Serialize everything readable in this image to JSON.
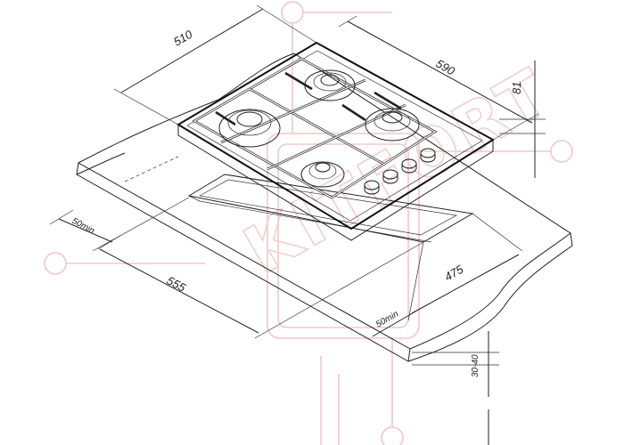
{
  "dimensions": {
    "hob_width": "590",
    "hob_depth": "510",
    "hob_height": "81",
    "cutout_width": "555",
    "cutout_depth": "475",
    "min_gap_back": "50min",
    "min_gap_front": "50min",
    "countertop_thickness": "30-40"
  },
  "watermark": {
    "text": "KITFORT"
  },
  "colors": {
    "line": "#222222",
    "watermark": "#f0c8c8",
    "background": "#ffffff"
  }
}
